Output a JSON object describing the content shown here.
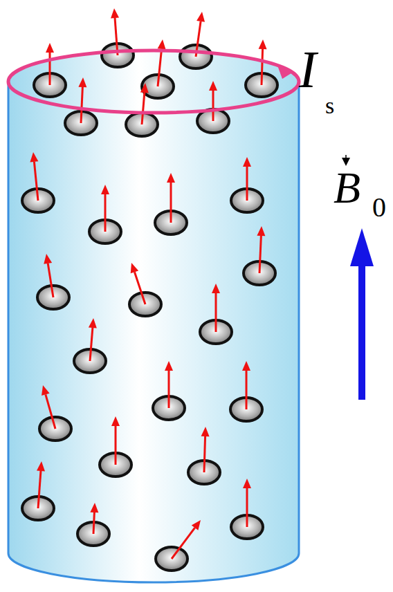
{
  "diagram": {
    "labels": [
      "I",
      "s",
      "B",
      "0"
    ]
  }
}
